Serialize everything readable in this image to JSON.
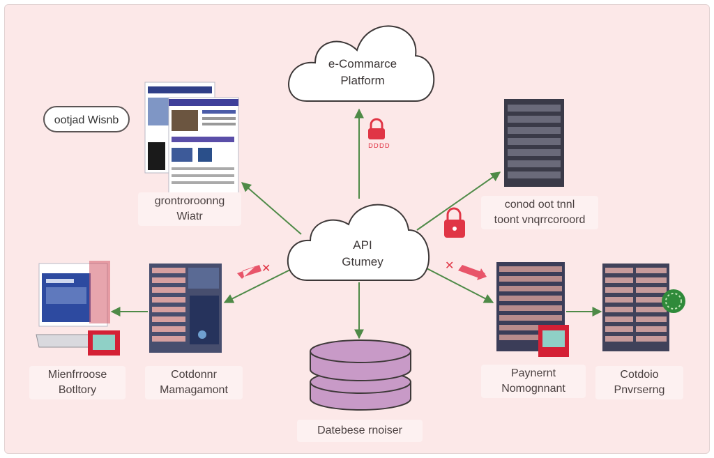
{
  "nodes": {
    "top_cloud": {
      "line1": "e-Commarce",
      "line2": "Platform"
    },
    "gateway": {
      "line1": "API",
      "line2": "Gtumey"
    },
    "pill": "ootjad Wisnb",
    "left_screens": {
      "line1": "grontroroonng",
      "line2": "Wiatr"
    },
    "right_server": {
      "line1": "conod oot tnnl",
      "line2": "toont vnqrrcoroord"
    },
    "microstore": {
      "line1": "Mienfrroose",
      "line2": "Botltory"
    },
    "customer": {
      "line1": "Cotdonnr",
      "line2": "Mamagamont"
    },
    "database": "Datebese rnoiser",
    "payment": {
      "line1": "Paynernt",
      "line2": "Nomognnant"
    },
    "orders": {
      "line1": "Cotdoio",
      "line2": "Pnvrserng"
    }
  },
  "small_red_label": "DDDD",
  "colors": {
    "background": "#fce8e8",
    "arrow": "#4e8a47",
    "alert": "#e03545",
    "database": "#c89ac7"
  }
}
